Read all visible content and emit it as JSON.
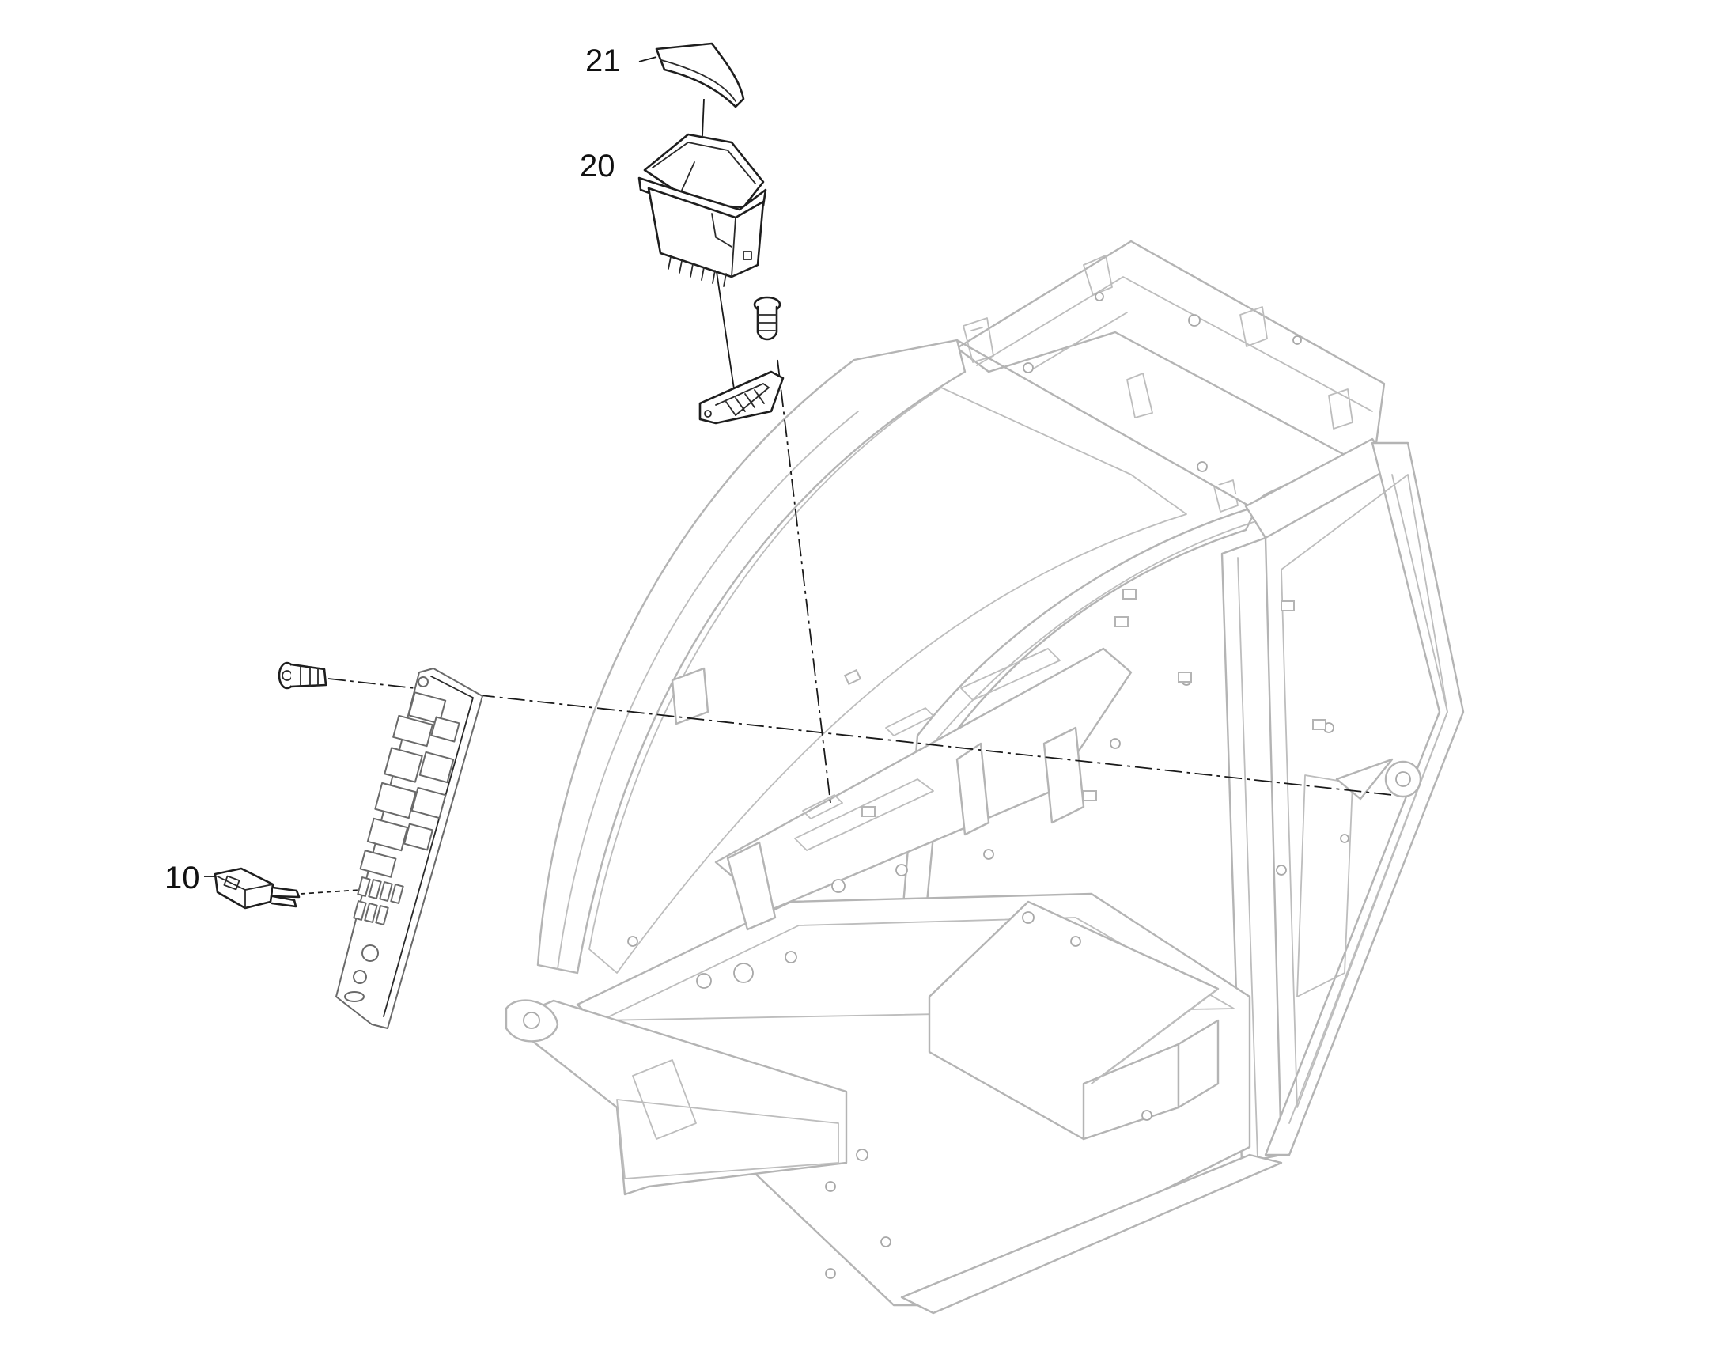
{
  "callouts": [
    {
      "id": "21",
      "label": "21"
    },
    {
      "id": "20",
      "label": "20"
    },
    {
      "id": "10",
      "label": "10"
    }
  ],
  "colors": {
    "background": "#ffffff",
    "frame_line": "#b4b4b4",
    "part_line": "#1e1e1e",
    "callout_text": "#111111"
  }
}
